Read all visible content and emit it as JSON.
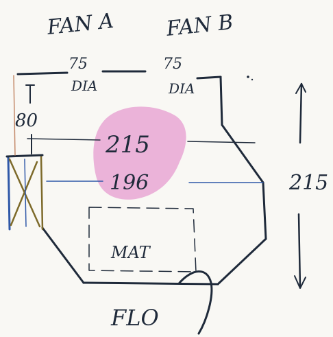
{
  "labels": {
    "fan_a": "FAN A",
    "fan_b": "FAN B",
    "fan_a_size": "75",
    "fan_a_unit": "DIA",
    "fan_b_size": "75",
    "fan_b_unit": "DIA",
    "height_left": "80",
    "width_top": "215",
    "width_mid": "196",
    "height_right": "215",
    "mat": "MAT",
    "floor": "FLO"
  },
  "colors": {
    "ink_dark": "#1f2a3a",
    "ink_blue": "#2f58a8",
    "ink_olive": "#7d6a2a",
    "highlight_pink": "#e07ac2"
  }
}
